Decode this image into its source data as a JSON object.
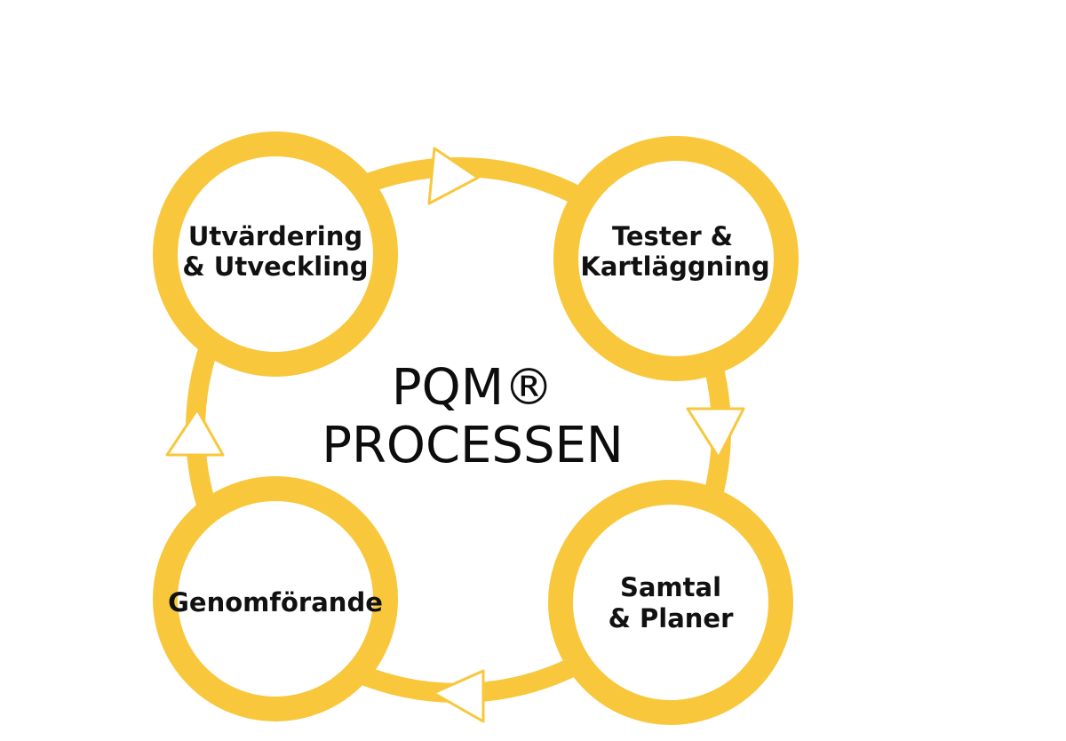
{
  "diagram": {
    "title_line1": "PQM®",
    "title_line2": "PROCESSEN",
    "nodes": [
      {
        "id": "tester",
        "line1": "Tester &",
        "line2": "Kartläggning"
      },
      {
        "id": "samtal",
        "line1": "Samtal",
        "line2": "& Planer"
      },
      {
        "id": "genomforande",
        "line1": "Genomförande",
        "line2": ""
      },
      {
        "id": "utvardering",
        "line1": "Utvärdering",
        "line2": "& Utveckling"
      }
    ],
    "flow_direction": "clockwise"
  },
  "colors": {
    "accent": "#F8C73C",
    "node_fill": "#FFFFFF",
    "text": "#111111"
  }
}
